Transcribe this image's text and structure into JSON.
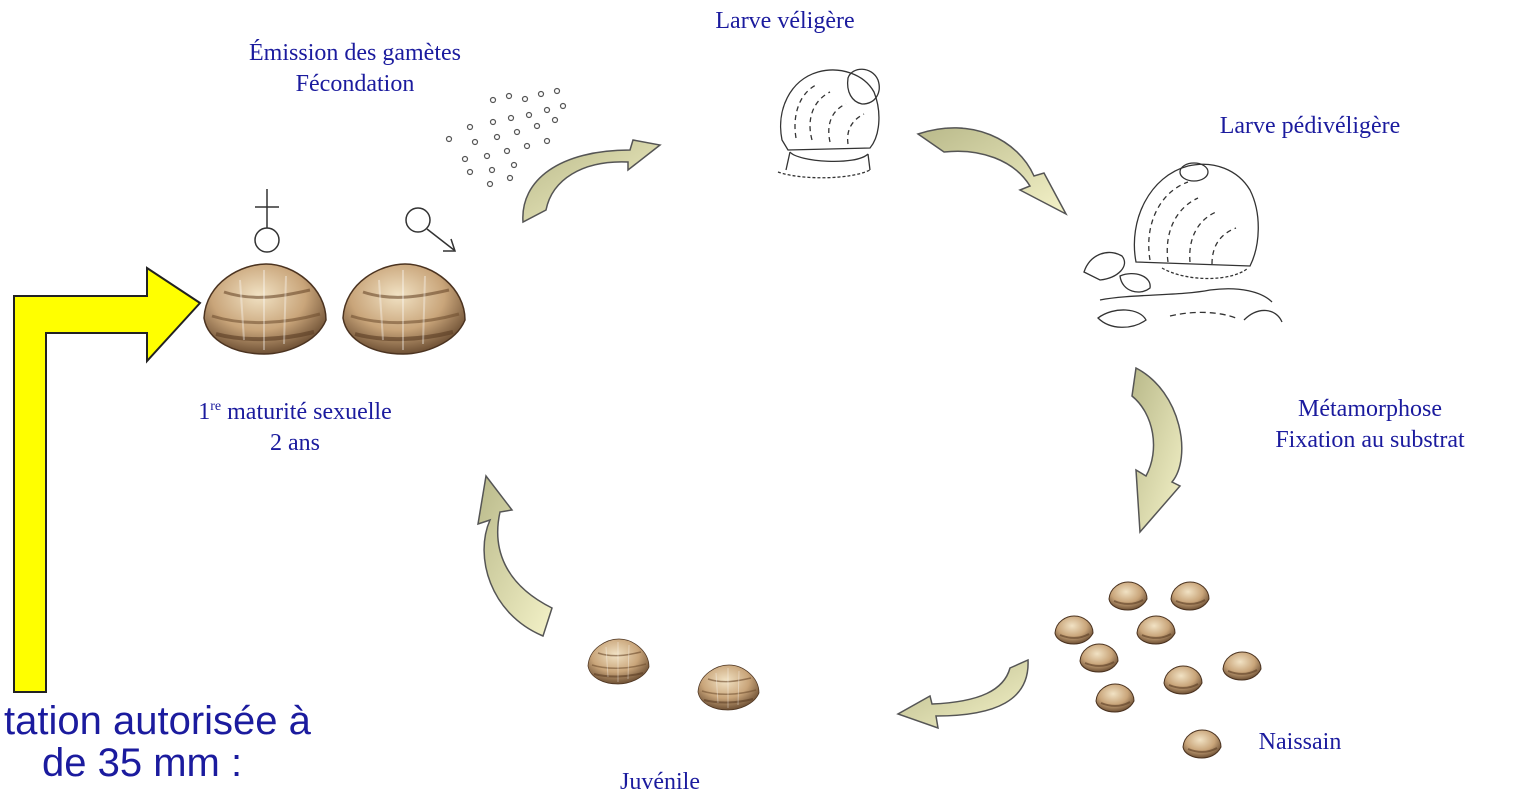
{
  "colors": {
    "label_text": "#1b1b9e",
    "cycle_arrow_fill": "#c9c99a",
    "cycle_arrow_light": "#f4f2c8",
    "big_arrow_fill": "#ffff00",
    "shell_color": "#b8956a"
  },
  "labels": {
    "gametes_line1": "Émission des gamètes",
    "gametes_line2": "Fécondation",
    "veliger": "Larve véligère",
    "pediveliger": "Larve pédivéligère",
    "metamorphosis_line1": "Métamorphose",
    "metamorphosis_line2": "Fixation au substrat",
    "spat": "Naissain",
    "juvenile": "Juvénile",
    "maturity_prefix": "1",
    "maturity_sup": "re",
    "maturity_rest": " maturité sexuelle",
    "maturity_age": "2 ans"
  },
  "symbols": {
    "female_icon": "female-symbol-icon",
    "male_icon": "male-symbol-icon"
  },
  "bottom_text": {
    "line1": "tation autorisée à",
    "line2": "de 35 mm :"
  }
}
